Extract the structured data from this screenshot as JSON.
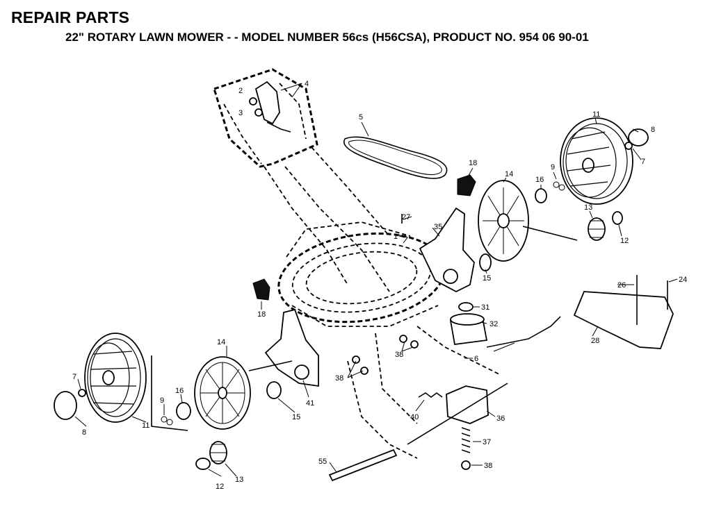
{
  "header": {
    "title": "REPAIR PARTS",
    "subtitle": "22\" ROTARY LAWN MOWER - - MODEL NUMBER 56cs (H56CSA), PRODUCT NO. 954 06 90-01"
  },
  "callouts": {
    "n1": "1",
    "n2": "2",
    "n3": "3",
    "n4": "4",
    "n5": "5",
    "n6": "6",
    "n7a": "7",
    "n7b": "7",
    "n8a": "8",
    "n8b": "8",
    "n9a": "9",
    "n9b": "9",
    "n11a": "11",
    "n11b": "11",
    "n12a": "12",
    "n12b": "12",
    "n13a": "13",
    "n13b": "13",
    "n14a": "14",
    "n14b": "14",
    "n15a": "15",
    "n15b": "15",
    "n16a": "16",
    "n16b": "16",
    "n18a": "18",
    "n18b": "18",
    "n24": "24",
    "n26": "26",
    "n27": "27",
    "n28": "28",
    "n31": "31",
    "n32": "32",
    "n35": "35",
    "n36": "36",
    "n37": "37",
    "n38a": "38",
    "n38b": "38",
    "n38c": "38",
    "n40": "40",
    "n41": "41",
    "n55": "55"
  }
}
